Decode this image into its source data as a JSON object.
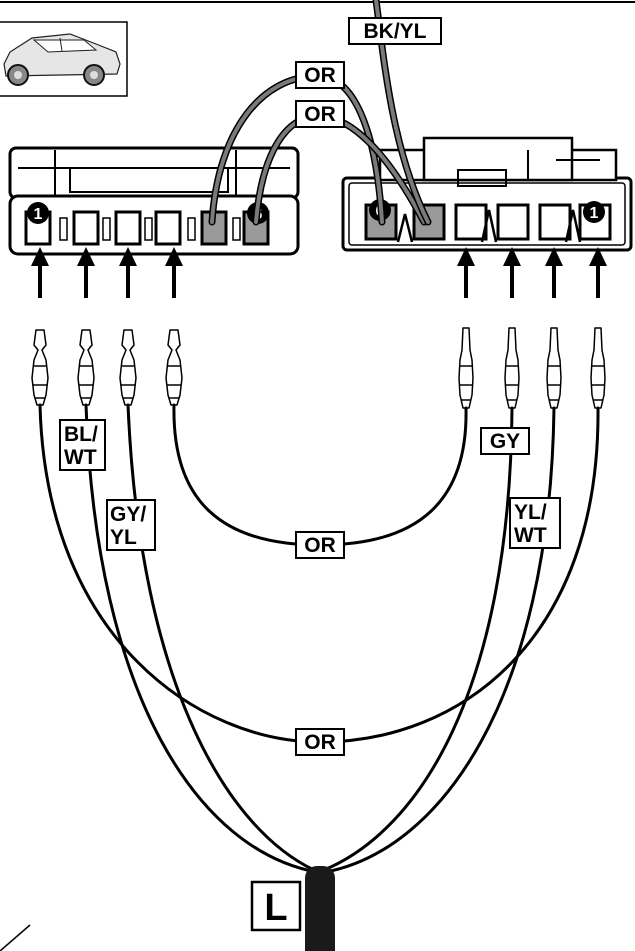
{
  "pins": {
    "pin1": "1",
    "pin6": "6"
  },
  "wires": {
    "bk_yl": "BK/YL",
    "or_top_1": "OR",
    "or_top_2": "OR",
    "bl_wt_1": "BL/",
    "bl_wt_2": "WT",
    "gy_yl_1": "GY/",
    "gy_yl_2": "YL",
    "or_mid": "OR",
    "gy": "GY",
    "yl_wt_1": "YL/",
    "yl_wt_2": "WT",
    "or_bottom": "OR"
  },
  "harness": {
    "label": "L"
  },
  "colors": {
    "line": "#000000",
    "shaded_wire": "#7a7a7a",
    "cavity_fill": "#9a9a9a"
  }
}
